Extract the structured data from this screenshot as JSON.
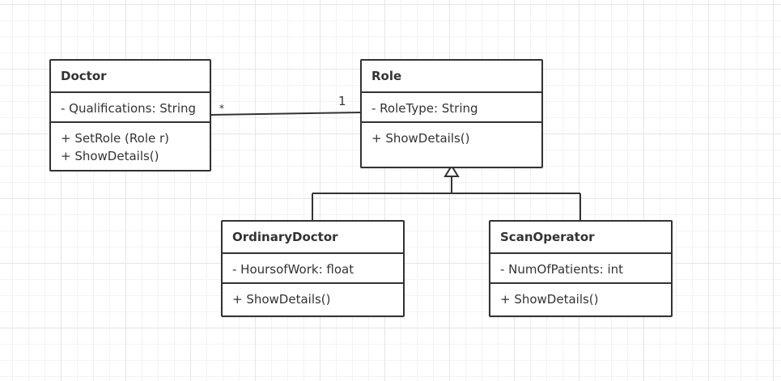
{
  "classes": {
    "doctor": {
      "name": "Doctor",
      "attributes": [
        "- Qualifications: String"
      ],
      "operations": [
        "+ SetRole (Role r)",
        "+ ShowDetails()"
      ]
    },
    "role": {
      "name": "Role",
      "attributes": [
        "- RoleType:  String"
      ],
      "operations": [
        "+ ShowDetails()"
      ]
    },
    "ordinary_doctor": {
      "name": "OrdinaryDoctor",
      "attributes": [
        "- HoursofWork:  float"
      ],
      "operations": [
        "+ ShowDetails()"
      ]
    },
    "scan_operator": {
      "name": "ScanOperator",
      "attributes": [
        "- NumOfPatients: int"
      ],
      "operations": [
        "+ ShowDetails()"
      ]
    }
  },
  "association": {
    "doctor_multiplicity": "*",
    "role_multiplicity": "1"
  },
  "colors": {
    "line": "#333333",
    "grid": "#e6e6e6",
    "background": "#ffffff"
  }
}
